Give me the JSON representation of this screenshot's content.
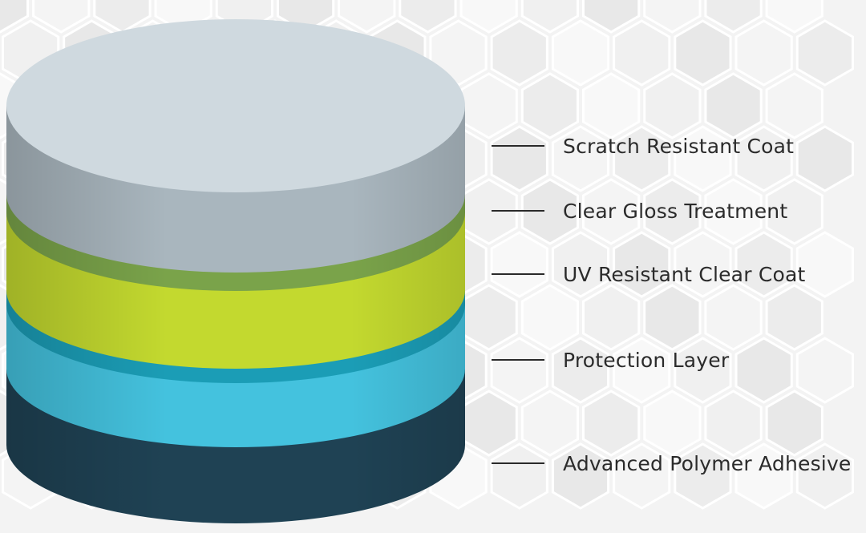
{
  "layers": [
    {
      "label": "Scratch Resistant Coat",
      "color": "#a9b6be"
    },
    {
      "label": "Clear Gloss Treatment",
      "color": "#7aa34a"
    },
    {
      "label": "UV Resistant Clear Coat",
      "color": "#c3d92f"
    },
    {
      "label": "Protection Layer",
      "color": "#44c2de"
    },
    {
      "label": "Advanced Polymer Adhesive",
      "color": "#1f4254"
    }
  ],
  "top_face_color": "#cfd9df"
}
